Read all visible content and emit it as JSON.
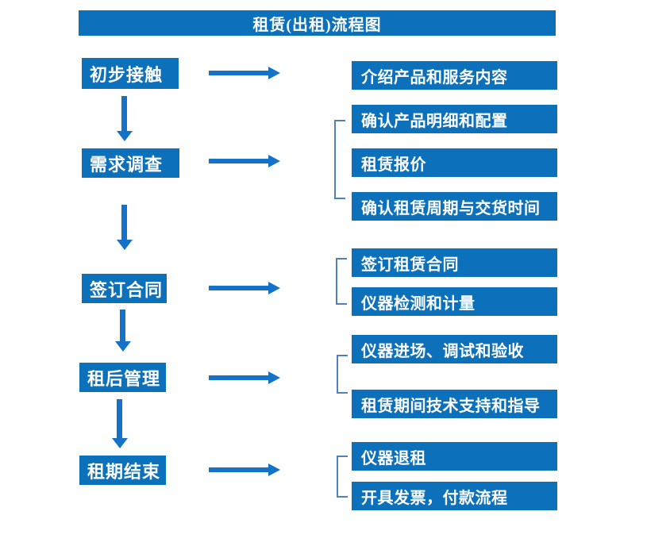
{
  "title": "租赁(出租)流程图",
  "diagram_type": "flowchart",
  "colors": {
    "box_blue": "#0d70ba",
    "arrow_blue": "#1472c8",
    "bracket_blue": "#4f81bd",
    "text_white": "#ffffff"
  },
  "stages": [
    {
      "label": "初步接触",
      "outputs": [
        "介绍产品和服务内容"
      ]
    },
    {
      "label": "需求调查",
      "outputs": [
        "确认产品明细和配置",
        "租赁报价",
        "确认租赁周期与交货时间"
      ]
    },
    {
      "label": "签订合同",
      "outputs": [
        "签订租赁合同",
        "仪器检测和计量"
      ]
    },
    {
      "label": "租后管理",
      "outputs": [
        "仪器进场、调试和验收",
        "租赁期间技术支持和指导"
      ]
    },
    {
      "label": "租期结束",
      "outputs": [
        "仪器退租",
        "开具发票，付款流程"
      ]
    }
  ]
}
